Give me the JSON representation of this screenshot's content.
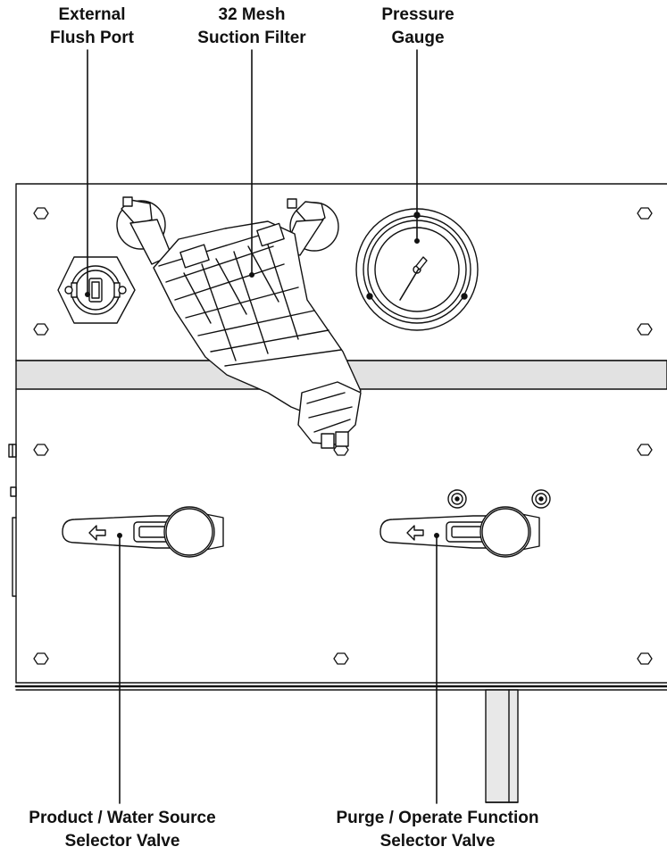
{
  "callouts": {
    "external_flush_port": {
      "line1": "External",
      "line2": "Flush Port"
    },
    "suction_filter": {
      "line1": "32 Mesh",
      "line2": "Suction Filter"
    },
    "pressure_gauge": {
      "line1": "Pressure",
      "line2": "Gauge"
    },
    "product_water_valve": {
      "line1": "Product / Water Source",
      "line2": "Selector Valve"
    },
    "purge_operate_valve": {
      "line1": "Purge / Operate Function",
      "line2": "Selector Valve"
    }
  },
  "colors": {
    "ink": "#111111",
    "panel_fill": "#ffffff",
    "divider_band": "#e2e2e2",
    "pipe_fill": "#e8e8e8"
  }
}
